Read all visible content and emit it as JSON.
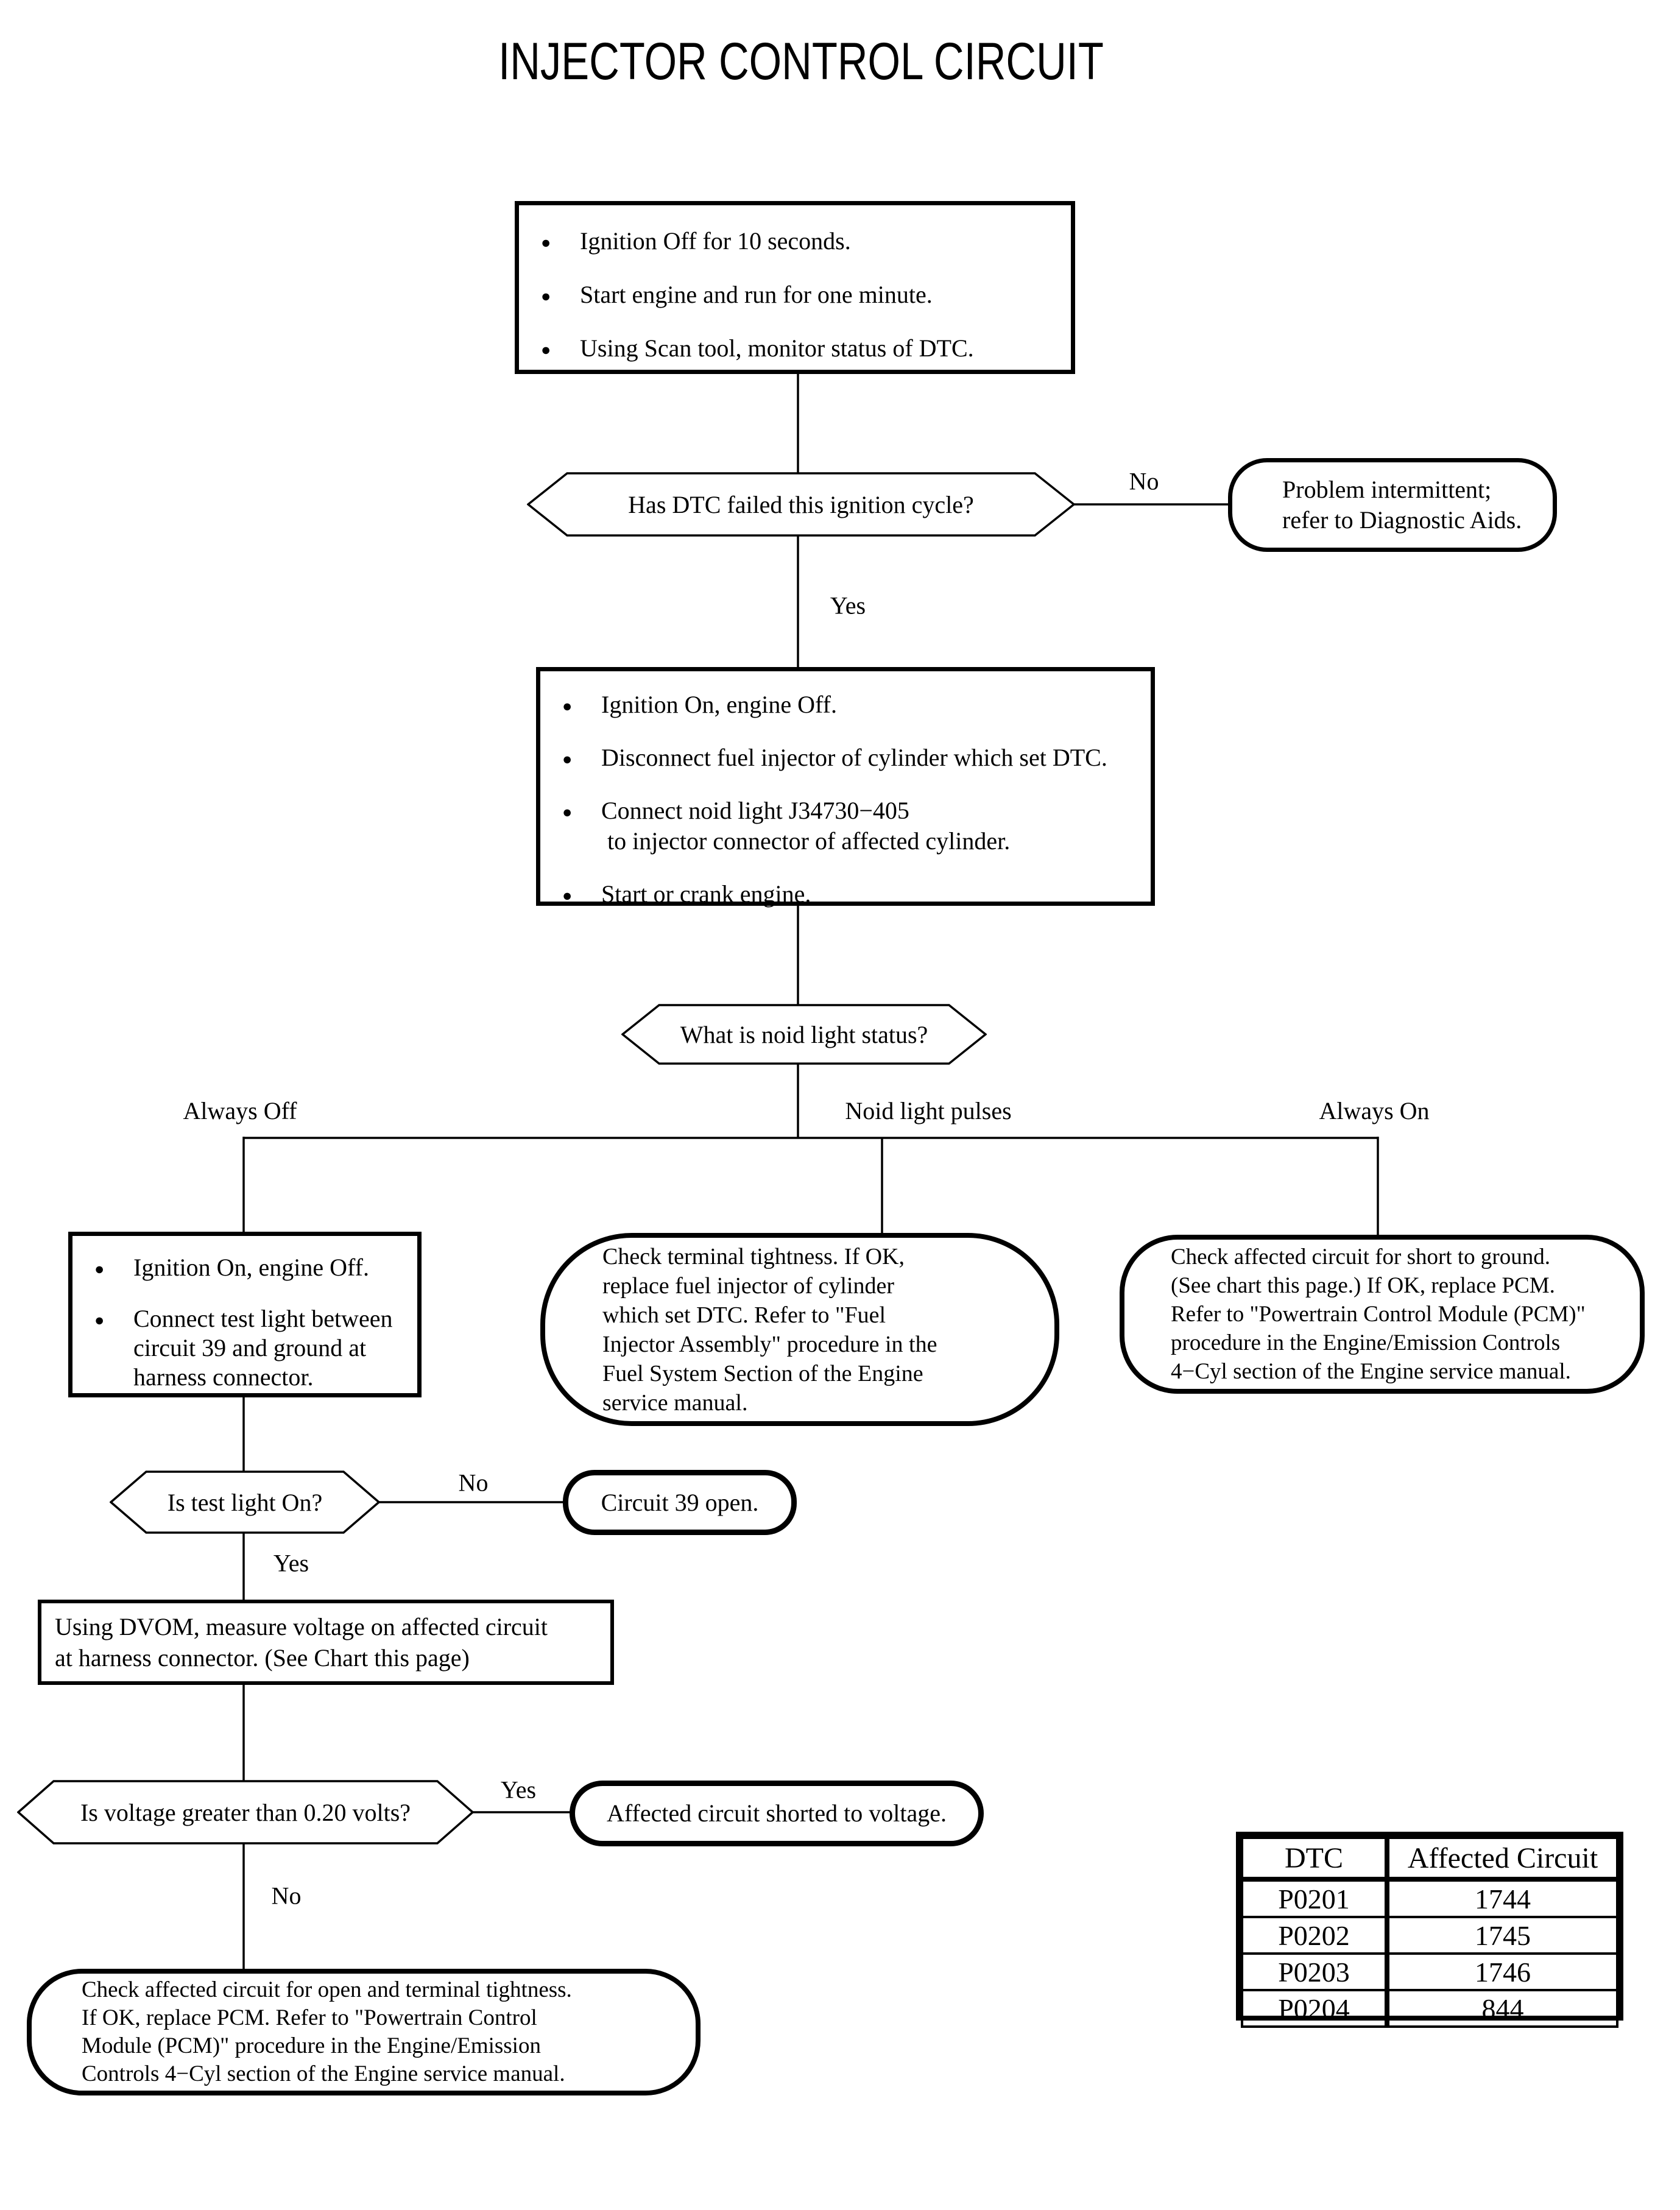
{
  "title": "INJECTOR CONTROL CIRCUIT",
  "steps": {
    "initial": {
      "items": [
        "Ignition Off for 10 seconds.",
        "Start engine and run for one minute.",
        "Using Scan tool, monitor status of DTC."
      ]
    },
    "setup": {
      "items": [
        "Ignition On, engine Off.",
        "Disconnect fuel injector of cylinder which set DTC.",
        "Connect noid light J34730−405\n to injector connector of affected cylinder.",
        "Start or crank engine."
      ]
    },
    "test_light_setup": {
      "items": [
        "Ignition On, engine Off.",
        "Connect test light between\ncircuit 39 and ground at\nharness connector."
      ]
    },
    "dvom": {
      "text": "Using DVOM, measure voltage on affected circuit\nat harness connector. (See Chart this page)"
    }
  },
  "decisions": {
    "dtc_failed": "Has DTC failed this ignition cycle?",
    "noid_status": "What is noid light status?",
    "test_light_on": "Is test light On?",
    "voltage": "Is voltage greater than 0.20 volts?"
  },
  "terminals": {
    "intermittent": "Problem intermittent;\nrefer to Diagnostic Aids.",
    "terminal_tightness": "Check terminal tightness. If OK,\nreplace fuel injector of cylinder\nwhich set DTC. Refer to \"Fuel\nInjector Assembly\" procedure in the\nFuel System Section of the Engine\nservice manual.",
    "short_to_ground": "Check affected circuit for short to ground.\n(See chart this page.) If OK, replace PCM.\nRefer to \"Powertrain Control Module (PCM)\"\nprocedure in the Engine/Emission Controls\n4−Cyl section of the Engine service manual.",
    "circuit_39_open": "Circuit 39 open.",
    "shorted_to_voltage": "Affected circuit shorted to voltage.",
    "open_and_tightness": "Check affected circuit for open and terminal tightness.\nIf OK, replace PCM. Refer to \"Powertrain Control\nModule (PCM)\" procedure in the Engine/Emission\nControls 4−Cyl section of the Engine service manual."
  },
  "labels": {
    "no_dtc": "No",
    "yes_dtc": "Yes",
    "always_off": "Always Off",
    "noid_pulses": "Noid light pulses",
    "always_on": "Always On",
    "no_test_light": "No",
    "yes_test_light": "Yes",
    "yes_voltage": "Yes",
    "no_voltage": "No"
  },
  "table": {
    "headers": [
      "DTC",
      "Affected Circuit"
    ],
    "rows": [
      [
        "P0201",
        "1744"
      ],
      [
        "P0202",
        "1745"
      ],
      [
        "P0203",
        "1746"
      ],
      [
        "P0204",
        "844"
      ]
    ]
  }
}
